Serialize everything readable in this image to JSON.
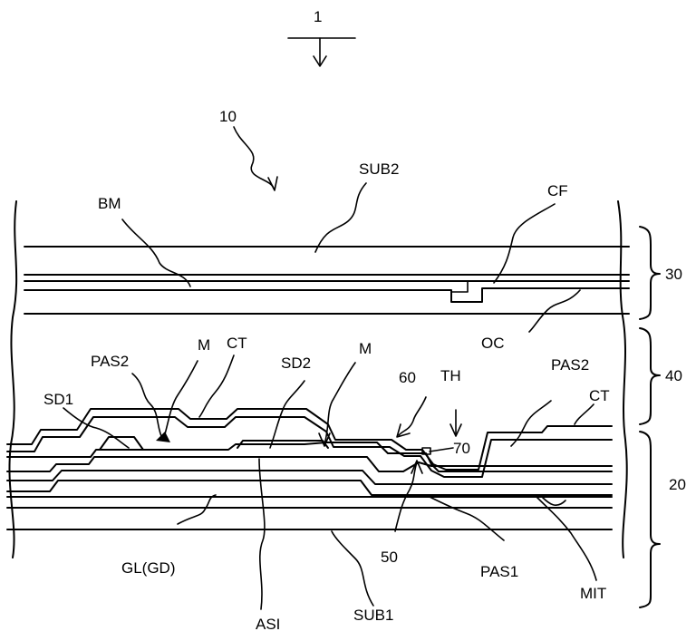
{
  "labels": {
    "fig_number": "1",
    "panel": "10",
    "sub2": "SUB2",
    "bm": "BM",
    "cf": "CF",
    "oc": "OC",
    "ref_30": "30",
    "ref_40": "40",
    "ref_20": "20",
    "pas2_left": "PAS2",
    "m_left": "M",
    "ct_left": "CT",
    "sd2": "SD2",
    "m_right": "M",
    "ref_60": "60",
    "th": "TH",
    "pas2_right": "PAS2",
    "ct_right": "CT",
    "sd1": "SD1",
    "ref_70": "70",
    "gl_gd": "GL(GD)",
    "ref_50": "50",
    "pas1": "PAS1",
    "mit": "MIT",
    "asi": "ASI",
    "sub1": "SUB1"
  }
}
